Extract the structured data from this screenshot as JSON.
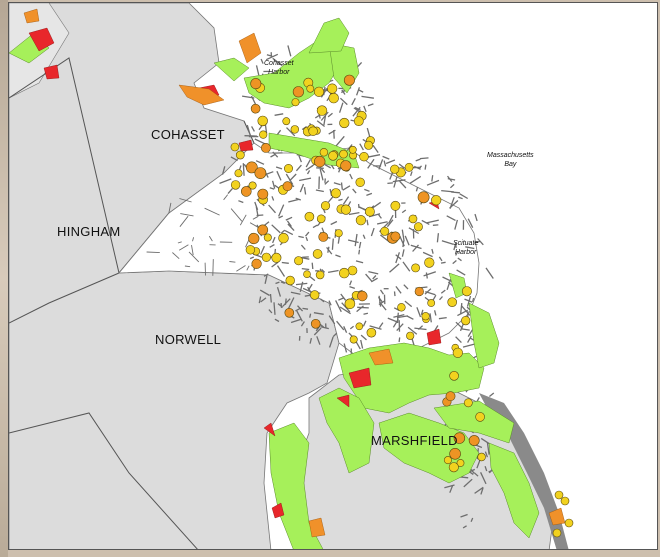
{
  "map": {
    "towns": [
      {
        "id": "cohasset",
        "label": "COHASSET"
      },
      {
        "id": "hingham",
        "label": "HINGHAM"
      },
      {
        "id": "norwell",
        "label": "NORWELL"
      },
      {
        "id": "marshfield",
        "label": "MARSHFIELD"
      }
    ],
    "water": [
      {
        "id": "cohasset-harbor",
        "label": "Cohasset\nHarbor"
      },
      {
        "id": "massachusetts-bay",
        "label": "Massachusetts\nBay"
      },
      {
        "id": "scituate-harbor",
        "label": "Scituate\nHarbor"
      }
    ],
    "colors": {
      "ocean": "#ffffff",
      "other_towns": "#dcdcdc",
      "town_boundary": "#555555",
      "roads": "#6e6e6e",
      "marsh": "#a6f05a",
      "high_risk": "#e8272b",
      "medium_risk": "#f0912a",
      "marker_yellow": "#f2d21f",
      "marker_orange": "#ee9424"
    },
    "markers": {
      "count_yellow": 95,
      "count_orange": 28
    }
  }
}
